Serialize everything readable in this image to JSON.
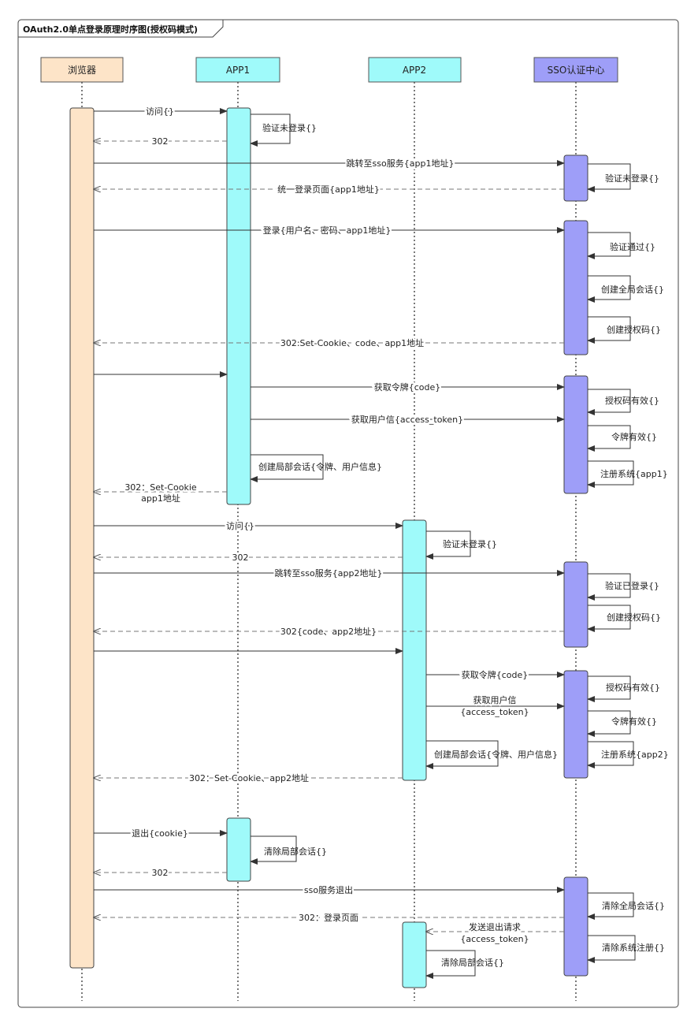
{
  "title": "OAuth2.0单点登录原理时序图(授权码模式)",
  "participants": [
    {
      "id": "browser",
      "label": "浏览器",
      "header_fill": "#fde4c8",
      "bar_fill": "#fde4c8"
    },
    {
      "id": "app1",
      "label": "APP1",
      "header_fill": "#9ffafa",
      "bar_fill": "#9ffafa"
    },
    {
      "id": "app2",
      "label": "APP2",
      "header_fill": "#9ffafa",
      "bar_fill": "#9ffafa"
    },
    {
      "id": "sso",
      "label": "SSO认证中心",
      "header_fill": "#9e9ef8",
      "bar_fill": "#9e9ef8"
    }
  ],
  "messages": [
    {
      "label": "访问{}",
      "from": "browser",
      "to": "app1",
      "kind": "sync"
    },
    {
      "label": "验证未登录{}",
      "from": "app1",
      "to": "app1",
      "kind": "self"
    },
    {
      "label": "302",
      "from": "app1",
      "to": "browser",
      "kind": "return"
    },
    {
      "label": "跳转至sso服务{app1地址}",
      "from": "browser",
      "to": "sso",
      "kind": "sync"
    },
    {
      "label": "验证未登录{}",
      "from": "sso",
      "to": "sso",
      "kind": "self"
    },
    {
      "label": "统一登录页面{app1地址}",
      "from": "sso",
      "to": "browser",
      "kind": "return"
    },
    {
      "label": "登录{用户名、密码、app1地址}",
      "from": "browser",
      "to": "sso",
      "kind": "sync"
    },
    {
      "label": "验证通过{}",
      "from": "sso",
      "to": "sso",
      "kind": "self"
    },
    {
      "label": "创建全局会话{}",
      "from": "sso",
      "to": "sso",
      "kind": "self"
    },
    {
      "label": "创建授权码{}",
      "from": "sso",
      "to": "sso",
      "kind": "self"
    },
    {
      "label": "302:Set-Cookie、code、app1地址",
      "from": "sso",
      "to": "browser",
      "kind": "return"
    },
    {
      "label": "",
      "from": "browser",
      "to": "app1",
      "kind": "sync"
    },
    {
      "label": "获取令牌{code}",
      "from": "app1",
      "to": "sso",
      "kind": "sync"
    },
    {
      "label": "授权码有效{}",
      "from": "sso",
      "to": "sso",
      "kind": "self"
    },
    {
      "label": "获取用户信{access_token}",
      "from": "app1",
      "to": "sso",
      "kind": "sync"
    },
    {
      "label": "令牌有效{}",
      "from": "sso",
      "to": "sso",
      "kind": "self"
    },
    {
      "label": "注册系统{app1}",
      "from": "sso",
      "to": "sso",
      "kind": "self"
    },
    {
      "label": "创建局部会话{令牌、用户信息}",
      "from": "app1",
      "to": "app1",
      "kind": "self"
    },
    {
      "label": "302：Set-Cookie",
      "label2": "app1地址",
      "from": "app1",
      "to": "browser",
      "kind": "return"
    },
    {
      "label": "访问{}",
      "from": "browser",
      "to": "app2",
      "kind": "sync"
    },
    {
      "label": "验证未登录{}",
      "from": "app2",
      "to": "app2",
      "kind": "self"
    },
    {
      "label": "302",
      "from": "app2",
      "to": "browser",
      "kind": "return"
    },
    {
      "label": "跳转至sso服务{app2地址}",
      "from": "browser",
      "to": "sso",
      "kind": "sync"
    },
    {
      "label": "验证已登录{}",
      "from": "sso",
      "to": "sso",
      "kind": "self"
    },
    {
      "label": "创建授权码{}",
      "from": "sso",
      "to": "sso",
      "kind": "self"
    },
    {
      "label": "302{code、app2地址}",
      "from": "sso",
      "to": "browser",
      "kind": "return"
    },
    {
      "label": "",
      "from": "browser",
      "to": "app2",
      "kind": "sync"
    },
    {
      "label": "获取令牌{code}",
      "from": "app2",
      "to": "sso",
      "kind": "sync"
    },
    {
      "label": "授权码有效{}",
      "from": "sso",
      "to": "sso",
      "kind": "self"
    },
    {
      "label": "获取用户信",
      "label2": "{access_token}",
      "from": "app2",
      "to": "sso",
      "kind": "sync"
    },
    {
      "label": "令牌有效{}",
      "from": "sso",
      "to": "sso",
      "kind": "self"
    },
    {
      "label": "创建局部会话{令牌、用户信息}",
      "from": "app2",
      "to": "app2",
      "kind": "self"
    },
    {
      "label": "注册系统{app2}",
      "from": "sso",
      "to": "sso",
      "kind": "self"
    },
    {
      "label": "302：Set-Cookie、app2地址",
      "from": "app2",
      "to": "browser",
      "kind": "return"
    },
    {
      "label": "退出{cookie}",
      "from": "browser",
      "to": "app1",
      "kind": "sync"
    },
    {
      "label": "清除局部会话{}",
      "from": "app1",
      "to": "app1",
      "kind": "self"
    },
    {
      "label": "302",
      "from": "app1",
      "to": "browser",
      "kind": "return"
    },
    {
      "label": "sso服务退出",
      "from": "browser",
      "to": "sso",
      "kind": "sync"
    },
    {
      "label": "清除全局会话{}",
      "from": "sso",
      "to": "sso",
      "kind": "self"
    },
    {
      "label": "302：登录页面",
      "from": "sso",
      "to": "browser",
      "kind": "return"
    },
    {
      "label": "发送退出请求",
      "label2": "{access_token}",
      "from": "sso",
      "to": "app2",
      "kind": "return"
    },
    {
      "label": "清除系统注册{}",
      "from": "sso",
      "to": "sso",
      "kind": "self"
    },
    {
      "label": "清除局部会话{}",
      "from": "app2",
      "to": "app2",
      "kind": "self"
    }
  ],
  "colors": {
    "line": "#333333",
    "dash": "#777777",
    "frame": "#444444"
  }
}
